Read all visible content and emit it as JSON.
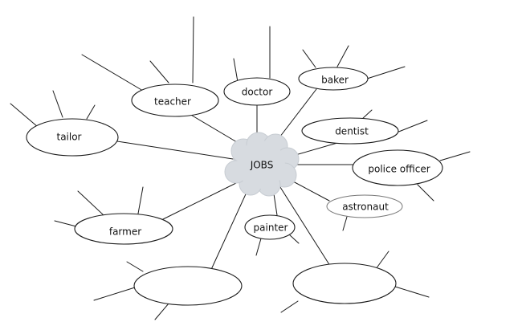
{
  "diagram": {
    "center": {
      "label": "JOBS"
    },
    "nodes": [
      {
        "id": "teacher",
        "label": "teacher"
      },
      {
        "id": "doctor",
        "label": "doctor"
      },
      {
        "id": "baker",
        "label": "baker"
      },
      {
        "id": "dentist",
        "label": "dentist"
      },
      {
        "id": "police-officer",
        "label": "police officer"
      },
      {
        "id": "astronaut",
        "label": "astronaut"
      },
      {
        "id": "painter",
        "label": "painter"
      },
      {
        "id": "tailor",
        "label": "tailor"
      },
      {
        "id": "farmer",
        "label": "farmer"
      },
      {
        "id": "blank-left",
        "label": ""
      },
      {
        "id": "blank-right",
        "label": ""
      }
    ]
  },
  "colors": {
    "line": "#1a1a1a",
    "cloud_fill": "#d7dbe0",
    "astronaut_border": "#777777"
  }
}
